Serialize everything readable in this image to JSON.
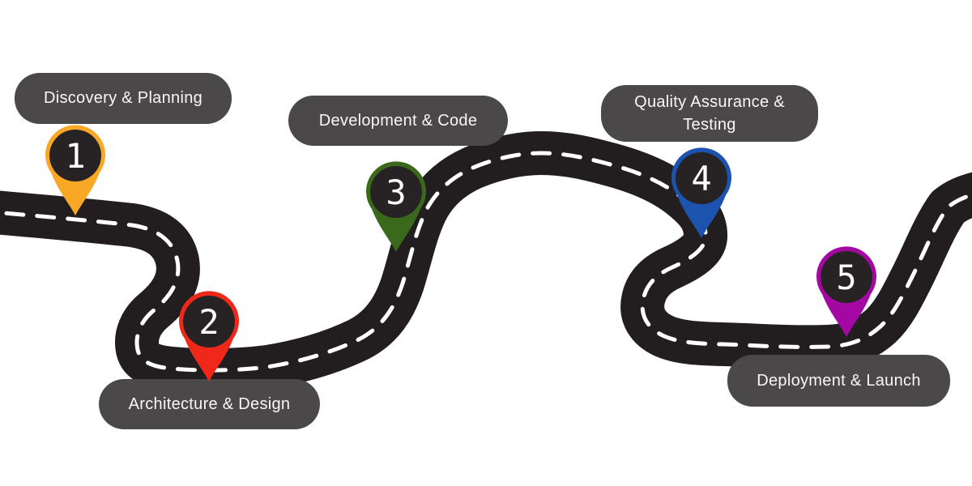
{
  "ui_colors": {
    "background": "#FFFFFF",
    "road": "#221E1F",
    "road_dashes": "#FFFFFF",
    "label_bubble": "#4A4848",
    "label_text": "#F7F7F7",
    "pin_inner_circle": "#272223",
    "pin_number": "#FFFFFF"
  },
  "steps": [
    {
      "number": "1",
      "label": "Discovery & Planning",
      "pin_color": "#F9A825"
    },
    {
      "number": "2",
      "label": "Architecture & Design",
      "pin_color": "#F0281A"
    },
    {
      "number": "3",
      "label": "Development & Code",
      "pin_color": "#3A691C"
    },
    {
      "number": "4",
      "label": "Quality Assurance & Testing",
      "pin_color": "#1B53AE"
    },
    {
      "number": "5",
      "label": "Deployment & Launch",
      "pin_color": "#A308A3"
    }
  ]
}
